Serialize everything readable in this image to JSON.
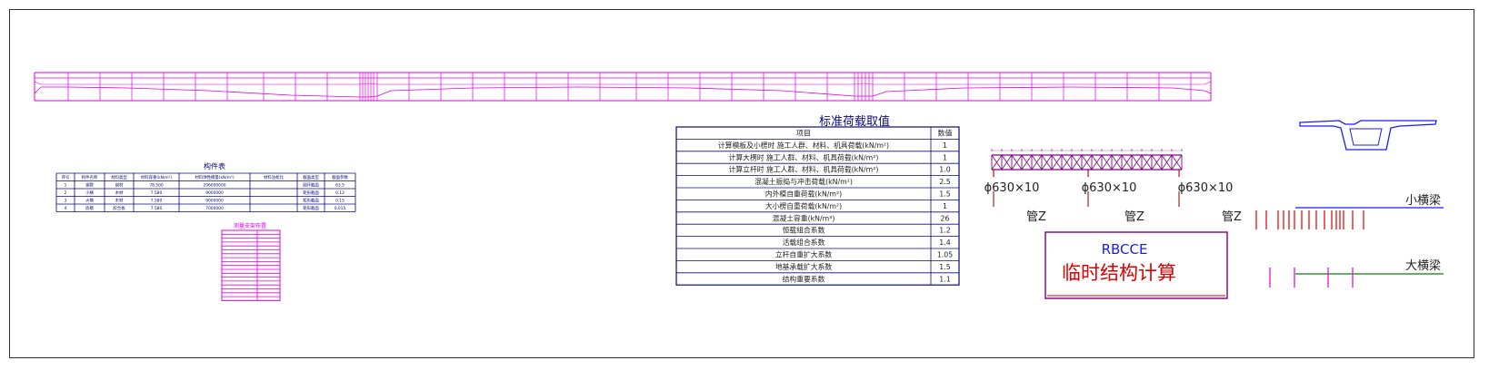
{
  "colors": {
    "magenta": "#e000e0",
    "navy": "#0a0a80",
    "blue": "#1a1aff",
    "red": "#e00000",
    "green": "#008800",
    "dark_red": "#8a0000",
    "purple": "#800080"
  },
  "components_table": {
    "title": "构件表",
    "headers": [
      "序号",
      "构件名称",
      "材料类型",
      "材料容重(kN/m³)",
      "材料弹性模量(kN/m²)",
      "材料泊松比",
      "截面类型",
      "截面参数"
    ],
    "rows": [
      [
        "1",
        "钢管",
        "钢材",
        "78.500",
        "206000000",
        "",
        "圆环截面",
        "63.5"
      ],
      [
        "2",
        "小横",
        "木材",
        "7.580",
        "9000000",
        "",
        "矩形截面",
        "0.12"
      ],
      [
        "3",
        "大横",
        "木材",
        "7.580",
        "9000000",
        "",
        "矩形截面",
        "0.15"
      ],
      [
        "4",
        "底模",
        "胶合板",
        "7.580",
        "7000000",
        "",
        "矩形截面",
        "0.015"
      ]
    ]
  },
  "measure_table": {
    "title": "测量支架布置"
  },
  "load_table": {
    "title": "标准荷载取值",
    "header_item": "项目",
    "header_value": "数值",
    "rows": [
      {
        "item": "计算模板及小楞时 施工人群、材料、机具荷载(kN/m²)",
        "value": "1"
      },
      {
        "item": "计算大楞时 施工人群、材料、机具荷载(kN/m²)",
        "value": "1"
      },
      {
        "item": "计算立杆时 施工人群、材料、机具荷载(kN/m²)",
        "value": "1.0"
      },
      {
        "item": "混凝土振捣与冲击荷载(kN/m²)",
        "value": "2.5"
      },
      {
        "item": "内外模自重荷载(kN/m²)",
        "value": "1.5"
      },
      {
        "item": "大小楞自重荷载(kN/m²)",
        "value": "1"
      },
      {
        "item": "混凝土容重(kN/m³)",
        "value": "26"
      },
      {
        "item": "恒载组合系数",
        "value": "1.2"
      },
      {
        "item": "活载组合系数",
        "value": "1.4"
      },
      {
        "item": "立杆自重扩大系数",
        "value": "1.05"
      },
      {
        "item": "地基承载扩大系数",
        "value": "1.5"
      },
      {
        "item": "结构重要系数",
        "value": "1.1"
      }
    ]
  },
  "truss": {
    "pipe_labels": [
      "ϕ630×10",
      "ϕ630×10",
      "ϕ630×10"
    ],
    "support_labels": [
      "管Z",
      "管Z",
      "管Z"
    ]
  },
  "title_box": {
    "subtitle": "RBCCE",
    "title": "临时结构计算"
  },
  "legend": {
    "small_beam": "小横梁",
    "large_beam": "大横梁"
  }
}
